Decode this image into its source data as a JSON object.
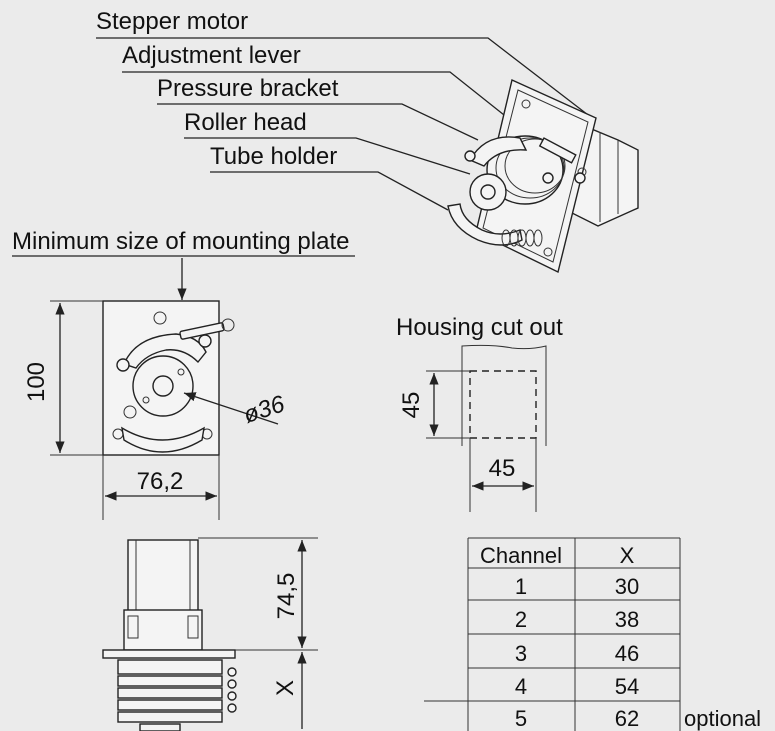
{
  "callouts": {
    "stepper_motor": "Stepper motor",
    "adjustment_lever": "Adjustment lever",
    "pressure_bracket": "Pressure bracket",
    "roller_head": "Roller head",
    "tube_holder": "Tube holder"
  },
  "mounting": {
    "label": "Minimum size of mounting plate",
    "height": "100",
    "width": "76,2",
    "diameter": "ø36"
  },
  "cutout": {
    "label": "Housing cut out",
    "height": "45",
    "width": "45"
  },
  "side_view": {
    "height": "74,5",
    "var": "X"
  },
  "table": {
    "headers": [
      "Channel",
      "X"
    ],
    "rows": [
      {
        "channel": "1",
        "x": "30",
        "note": ""
      },
      {
        "channel": "2",
        "x": "38",
        "note": ""
      },
      {
        "channel": "3",
        "x": "46",
        "note": ""
      },
      {
        "channel": "4",
        "x": "54",
        "note": ""
      },
      {
        "channel": "5",
        "x": "62",
        "note": "optional"
      }
    ]
  },
  "colors": {
    "background": "#ebebeb",
    "line": "#222222"
  }
}
